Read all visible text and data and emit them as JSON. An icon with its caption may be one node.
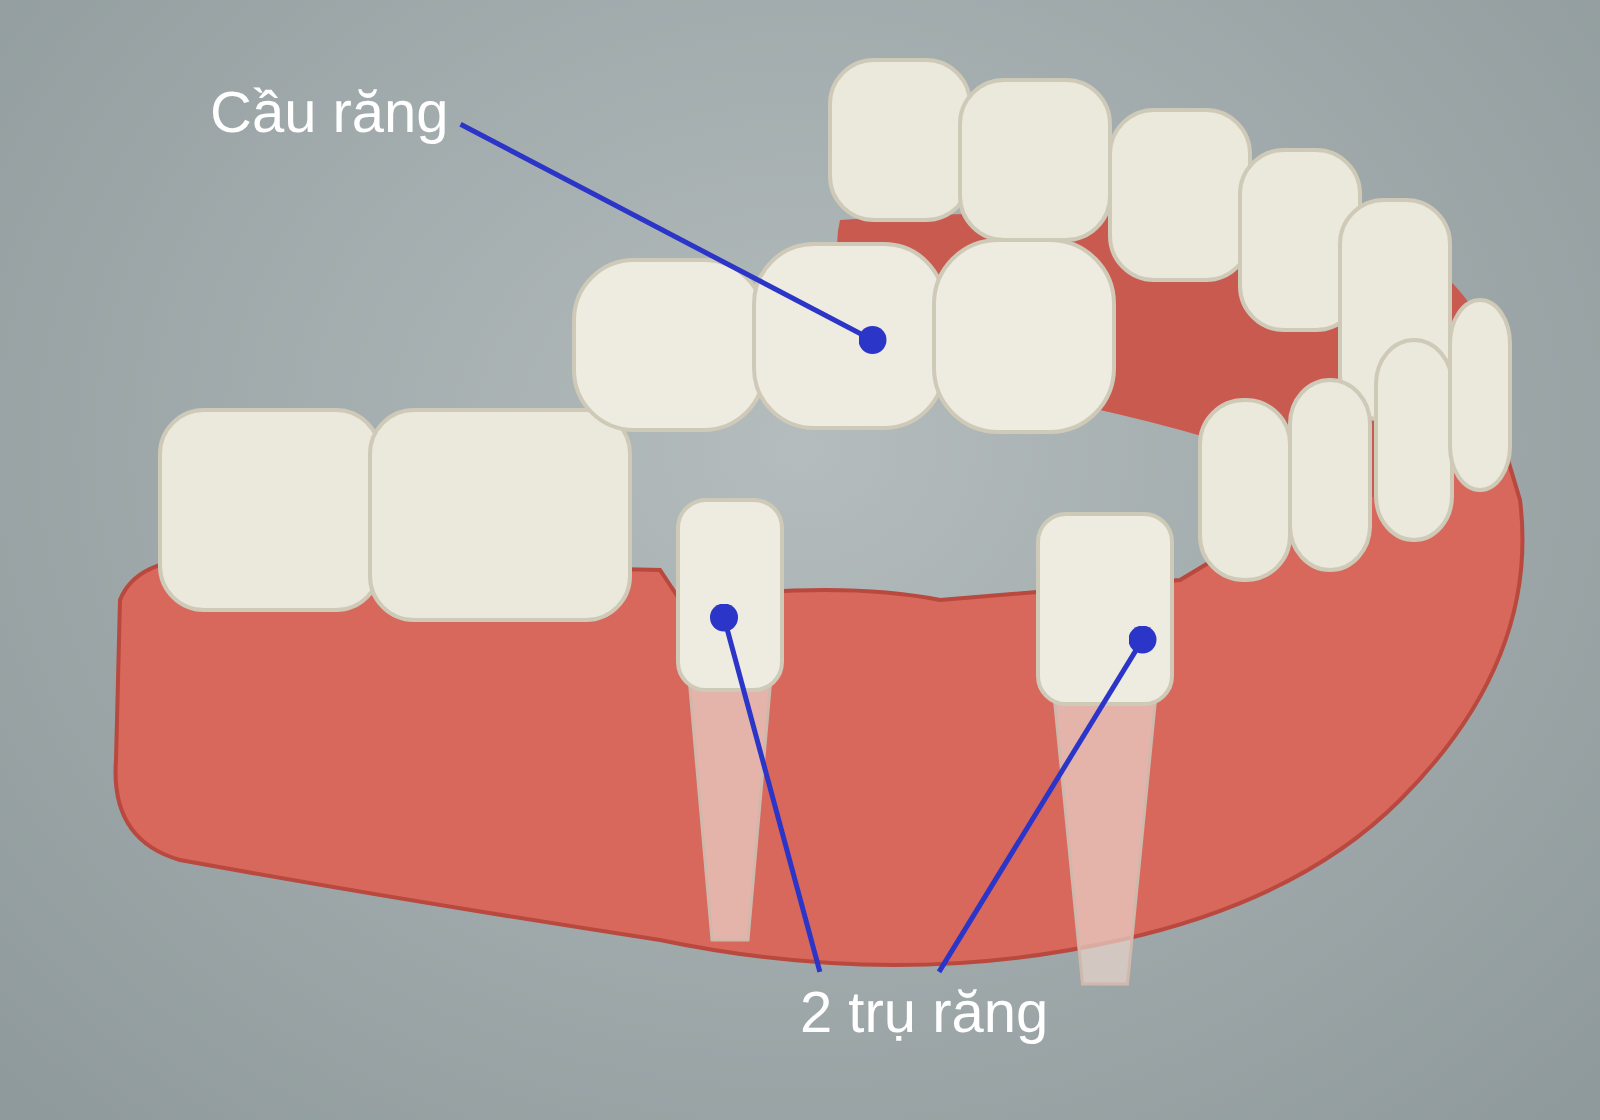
{
  "diagram": {
    "nodes": [
      {
        "text": [
          "Cầu răng"
        ]
      },
      {
        "text": [],
        "shape": "picture"
      },
      {
        "text": [
          "2 trụ răng"
        ]
      },
      {
        "text": [],
        "shape": "picture"
      },
      {
        "text": [],
        "shape": "picture"
      }
    ],
    "edges": [
      {
        "from": 0,
        "to": 1,
        "arrow": "other"
      },
      {
        "from": 2,
        "to": 3,
        "arrow": "other"
      },
      {
        "from": 2,
        "to": 4,
        "arrow": "other"
      }
    ]
  }
}
